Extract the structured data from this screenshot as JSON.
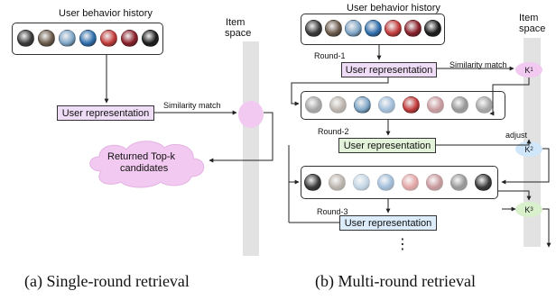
{
  "left": {
    "history_title": "User behavior history",
    "item_space_title_line1": "Item",
    "item_space_title_line2": "space",
    "user_rep_label": "User representation",
    "similarity_label": "Similarity match",
    "returned_line1": "Returned Top-k",
    "returned_line2": "candidates",
    "caption": "(a) Single-round retrieval",
    "colors": {
      "rep_box": "#efdcf6",
      "cloud": "#f2c9f0",
      "item_space": "#e2e2e2"
    }
  },
  "right": {
    "history_title": "User behavior history",
    "item_space_title_line1": "Item",
    "item_space_title_line2": "space",
    "round1": "Round-1",
    "round2": "Round-2",
    "round3": "Round-3",
    "user_rep_label": "User representation",
    "similarity_label": "Similarity match",
    "adjust_label": "adjust",
    "k1": "K",
    "k1_sub": "1",
    "k2": "K",
    "k2_sub": "2",
    "k3": "K",
    "k3_sub": "3",
    "ellipsis": "⋮",
    "caption": "(b) Multi-round retrieval",
    "colors": {
      "rep1": "#efdcf6",
      "rep2": "#e3f3da",
      "rep3": "#dcecfa",
      "k1": "#f2c9f0",
      "k2": "#cfe6fb",
      "k3": "#d8f0cc"
    }
  }
}
